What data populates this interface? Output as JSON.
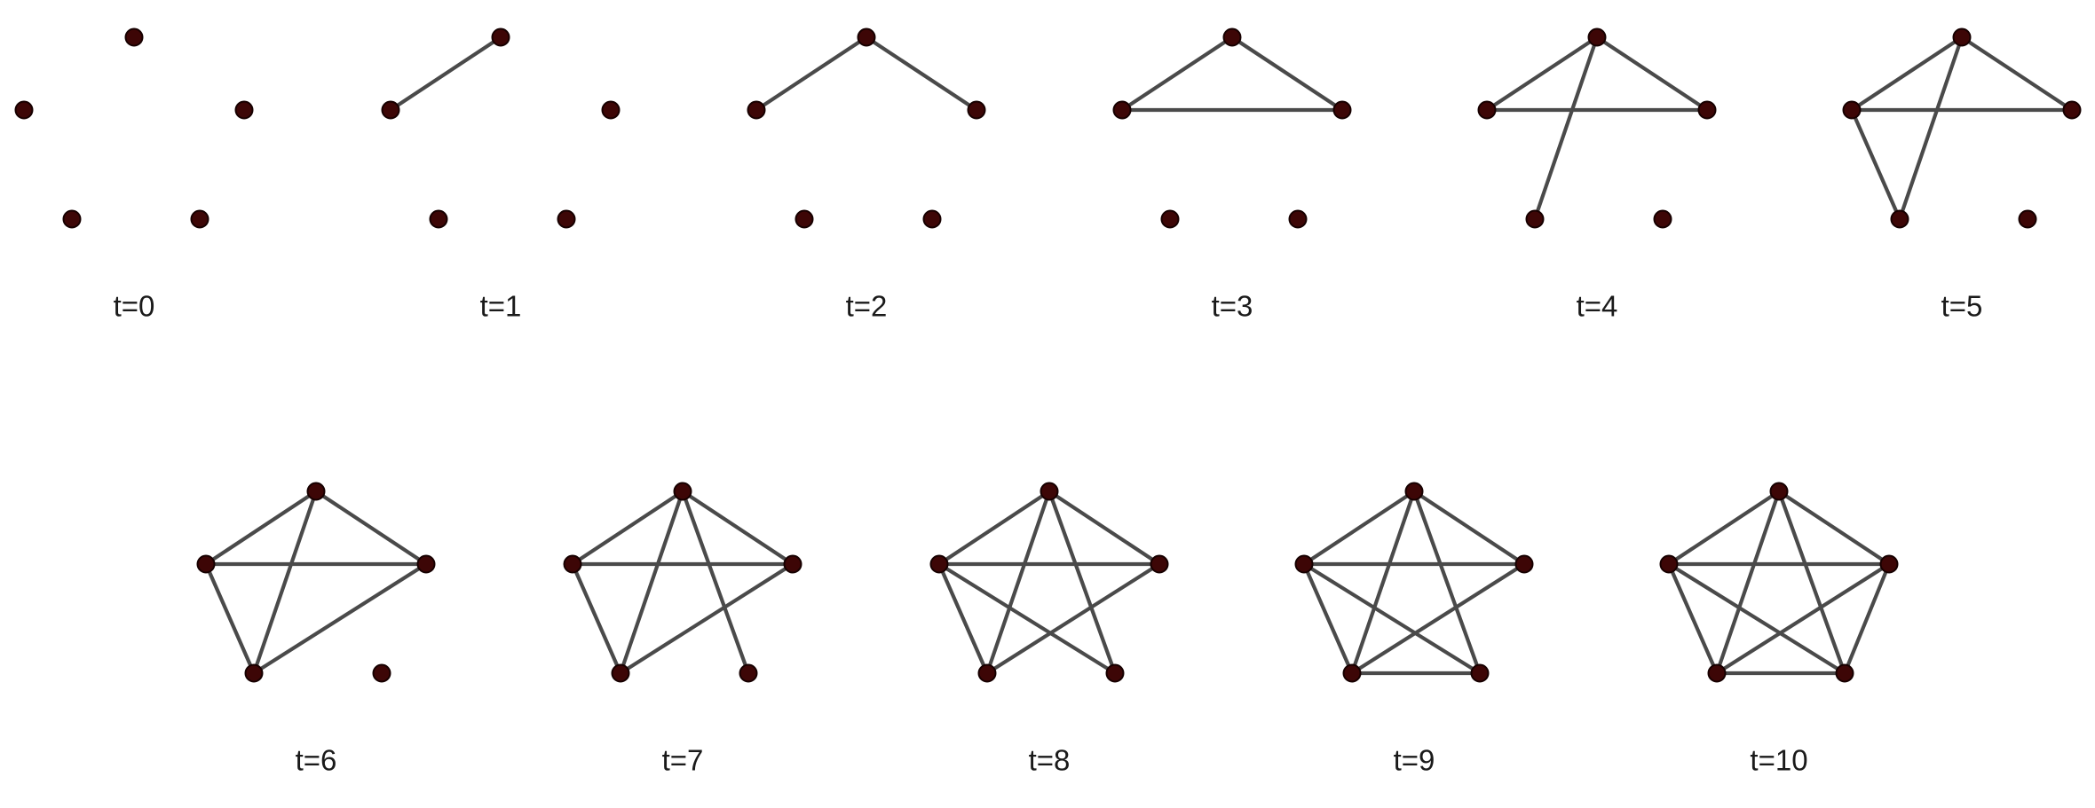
{
  "diagram": {
    "node_ids": [
      "top",
      "left",
      "right",
      "bottom-left",
      "bottom-right"
    ],
    "panels": [
      {
        "label": "t=0",
        "edges": []
      },
      {
        "label": "t=1",
        "edges": [
          [
            "left",
            "top"
          ]
        ]
      },
      {
        "label": "t=2",
        "edges": [
          [
            "left",
            "top"
          ],
          [
            "top",
            "right"
          ]
        ]
      },
      {
        "label": "t=3",
        "edges": [
          [
            "left",
            "top"
          ],
          [
            "top",
            "right"
          ],
          [
            "left",
            "right"
          ]
        ]
      },
      {
        "label": "t=4",
        "edges": [
          [
            "left",
            "top"
          ],
          [
            "top",
            "right"
          ],
          [
            "left",
            "right"
          ],
          [
            "top",
            "bottom-left"
          ]
        ]
      },
      {
        "label": "t=5",
        "edges": [
          [
            "left",
            "top"
          ],
          [
            "top",
            "right"
          ],
          [
            "left",
            "right"
          ],
          [
            "top",
            "bottom-left"
          ],
          [
            "left",
            "bottom-left"
          ]
        ]
      },
      {
        "label": "t=6",
        "edges": [
          [
            "left",
            "top"
          ],
          [
            "top",
            "right"
          ],
          [
            "left",
            "right"
          ],
          [
            "top",
            "bottom-left"
          ],
          [
            "left",
            "bottom-left"
          ],
          [
            "bottom-left",
            "right"
          ]
        ]
      },
      {
        "label": "t=7",
        "edges": [
          [
            "left",
            "top"
          ],
          [
            "top",
            "right"
          ],
          [
            "left",
            "right"
          ],
          [
            "top",
            "bottom-left"
          ],
          [
            "left",
            "bottom-left"
          ],
          [
            "bottom-left",
            "right"
          ],
          [
            "top",
            "bottom-right"
          ]
        ]
      },
      {
        "label": "t=8",
        "edges": [
          [
            "left",
            "top"
          ],
          [
            "top",
            "right"
          ],
          [
            "left",
            "right"
          ],
          [
            "top",
            "bottom-left"
          ],
          [
            "left",
            "bottom-left"
          ],
          [
            "bottom-left",
            "right"
          ],
          [
            "top",
            "bottom-right"
          ],
          [
            "left",
            "bottom-right"
          ]
        ]
      },
      {
        "label": "t=9",
        "edges": [
          [
            "left",
            "top"
          ],
          [
            "top",
            "right"
          ],
          [
            "left",
            "right"
          ],
          [
            "top",
            "bottom-left"
          ],
          [
            "left",
            "bottom-left"
          ],
          [
            "bottom-left",
            "right"
          ],
          [
            "top",
            "bottom-right"
          ],
          [
            "left",
            "bottom-right"
          ],
          [
            "bottom-left",
            "bottom-right"
          ]
        ]
      },
      {
        "label": "t=10",
        "edges": [
          [
            "left",
            "top"
          ],
          [
            "top",
            "right"
          ],
          [
            "left",
            "right"
          ],
          [
            "top",
            "bottom-left"
          ],
          [
            "left",
            "bottom-left"
          ],
          [
            "bottom-left",
            "right"
          ],
          [
            "top",
            "bottom-right"
          ],
          [
            "left",
            "bottom-right"
          ],
          [
            "bottom-left",
            "bottom-right"
          ],
          [
            "right",
            "bottom-right"
          ]
        ]
      }
    ]
  }
}
